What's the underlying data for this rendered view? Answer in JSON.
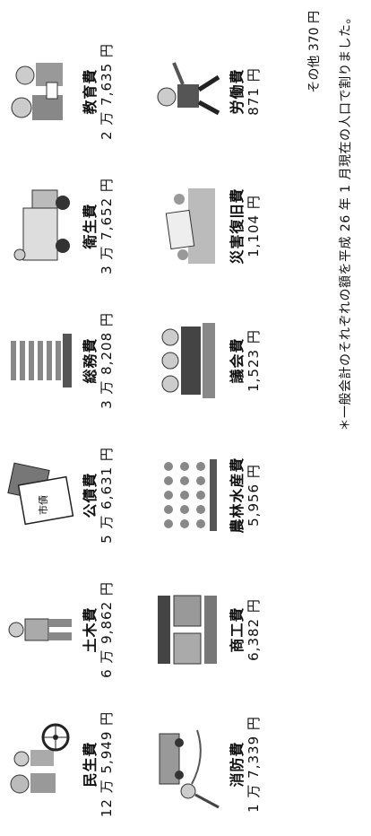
{
  "items": [
    {
      "id": "welfare",
      "label": "民生費",
      "amount": "12 万 5,949 円",
      "icon": "family-with-wheelchair-icon"
    },
    {
      "id": "civil",
      "label": "土木費",
      "amount": "6 万 9,862 円",
      "icon": "construction-worker-icon"
    },
    {
      "id": "bonds",
      "label": "公債費",
      "amount": "5 万 6,631 円",
      "icon": "bond-certificates-icon"
    },
    {
      "id": "general",
      "label": "総務費",
      "amount": "3 万 8,208 円",
      "icon": "office-building-icon"
    },
    {
      "id": "sanitation",
      "label": "衛生費",
      "amount": "3 万 7,652 円",
      "icon": "garbage-truck-icon"
    },
    {
      "id": "education",
      "label": "教育費",
      "amount": "2 万 7,635 円",
      "icon": "students-icon"
    },
    {
      "id": "fire",
      "label": "消防費",
      "amount": "1 万 7,339 円",
      "icon": "firefighter-icon"
    },
    {
      "id": "commerce",
      "label": "商工費",
      "amount": "6,382 円",
      "icon": "shopping-street-icon"
    },
    {
      "id": "agriculture",
      "label": "農林水産費",
      "amount": "5,956 円",
      "icon": "rice-field-icon"
    },
    {
      "id": "assembly",
      "label": "議会費",
      "amount": "1,523 円",
      "icon": "council-members-icon"
    },
    {
      "id": "disaster",
      "label": "災害復旧費",
      "amount": "1,104 円",
      "icon": "disaster-recovery-icon"
    },
    {
      "id": "labor",
      "label": "労働費",
      "amount": "871 円",
      "icon": "worker-icon"
    }
  ],
  "bond_card_text": "市債",
  "other": "その他 370 円",
  "footnote": "＊一般会計のそれぞれの額を平成 26 年 1 月現在の人口で割りました。"
}
